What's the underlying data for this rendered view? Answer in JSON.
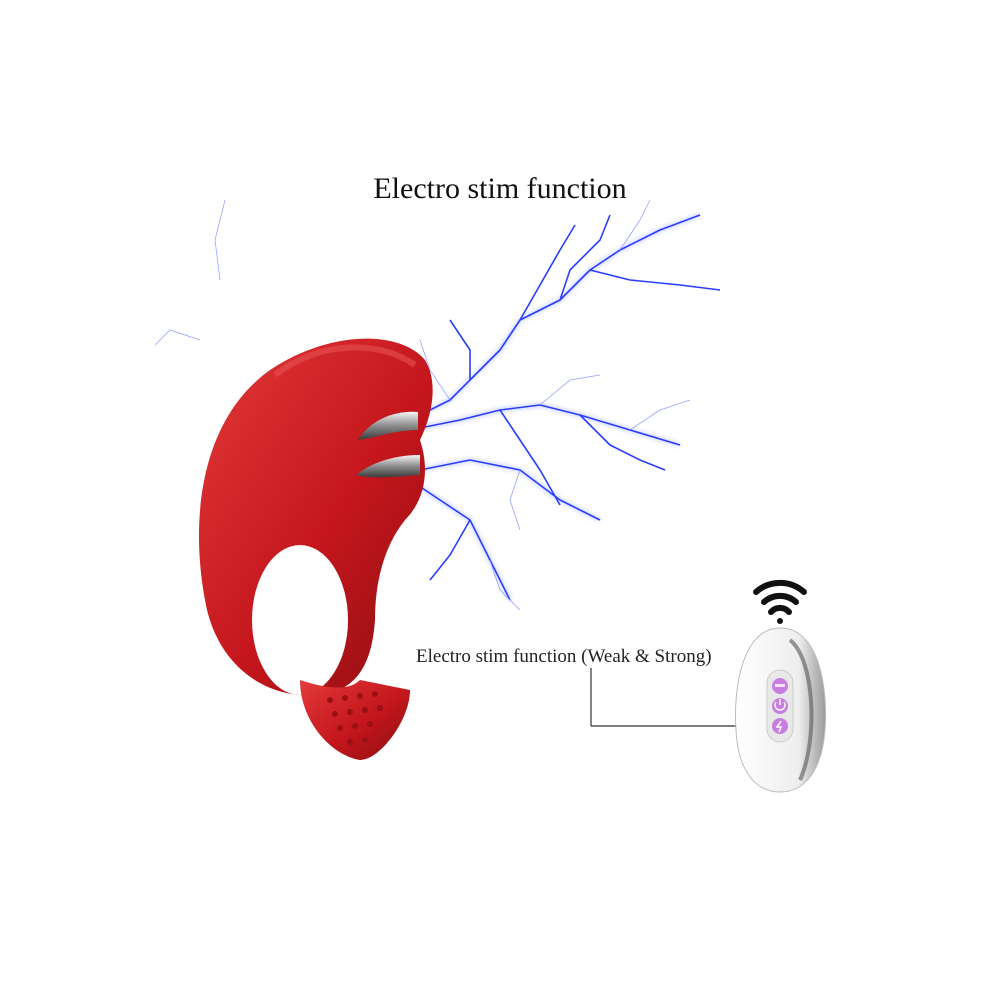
{
  "title": "Electro stim function",
  "callout": {
    "label": "Electro stim function (Weak & Strong)"
  },
  "icons": {
    "device": "red-silicone-ring-device",
    "lightning": "electric-lightning-bolts",
    "wireless": "wifi-signal-icon",
    "remote": "remote-control"
  },
  "colors": {
    "device_red": "#c4161c",
    "lightning_blue": "#2a3dff",
    "remote_button": "#c77ee0"
  }
}
